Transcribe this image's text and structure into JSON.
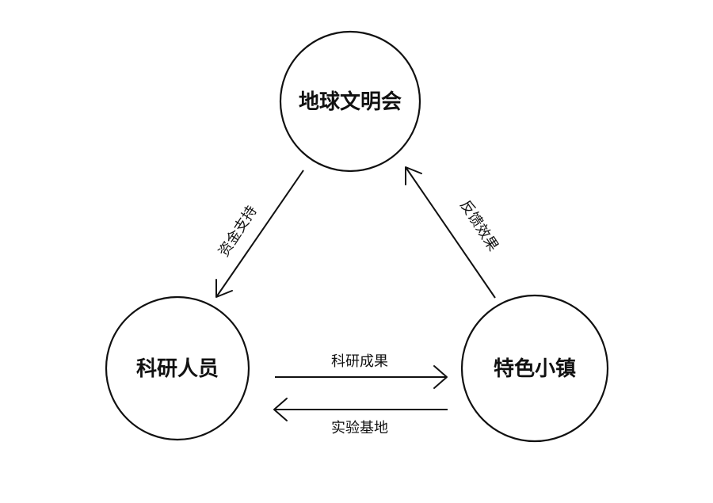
{
  "nodes": {
    "earth": {
      "label": "地球文明会"
    },
    "research": {
      "label": "科研人员"
    },
    "town": {
      "label": "特色小镇"
    }
  },
  "edges": {
    "earth_to_research": {
      "label": "资金支持"
    },
    "town_to_earth": {
      "label": "反馈效果"
    },
    "research_to_town": {
      "label": "科研成果"
    },
    "town_to_research": {
      "label": "实验基地"
    }
  },
  "colors": {
    "stroke": "#111111",
    "background": "#ffffff"
  }
}
